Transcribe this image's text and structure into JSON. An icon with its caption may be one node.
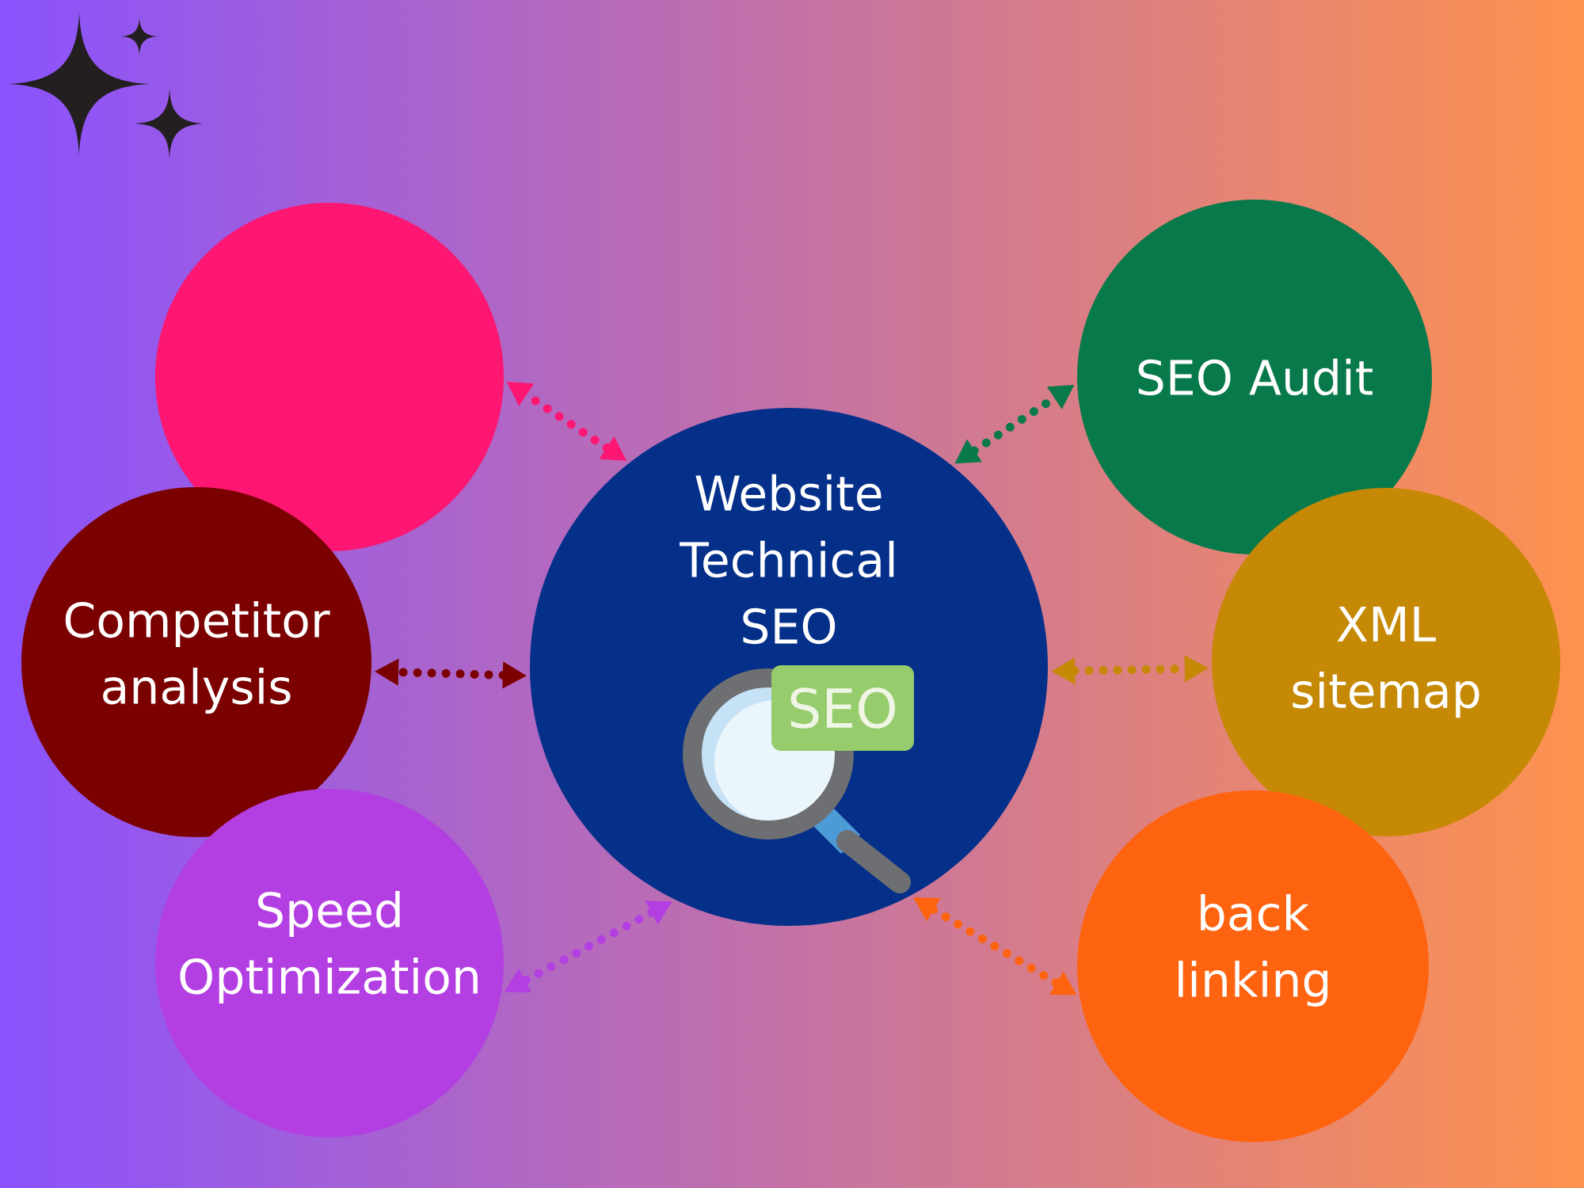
{
  "diagram": {
    "nodes": [
      {
        "text": [],
        "shape": "circle"
      },
      {
        "text": [
          "SEO Audit"
        ]
      },
      {
        "text": [
          "Competitor analysis"
        ]
      },
      {
        "text": [
          "Website Technical SEO",
          "SEO"
        ]
      },
      {
        "text": [
          "XML sitemap"
        ]
      },
      {
        "text": [
          "Speed Optimization"
        ]
      },
      {
        "text": [
          "back linking"
        ]
      }
    ],
    "edges": [
      {
        "from": 3,
        "to": 0,
        "arrow": "both",
        "style": "dashed",
        "color": "#fd1672"
      },
      {
        "from": 3,
        "to": 1,
        "arrow": "both",
        "style": "dashed",
        "color": "#08794a"
      },
      {
        "from": 3,
        "to": 2,
        "arrow": "both",
        "style": "dashed",
        "color": "#7b0101"
      },
      {
        "from": 3,
        "to": 4,
        "arrow": "both",
        "style": "dashed",
        "color": "#c68906"
      },
      {
        "from": 3,
        "to": 5,
        "arrow": "both",
        "style": "dashed",
        "color": "#b33fe2"
      },
      {
        "from": 3,
        "to": 6,
        "arrow": "both",
        "style": "dashed",
        "color": "#fe6310"
      }
    ]
  }
}
